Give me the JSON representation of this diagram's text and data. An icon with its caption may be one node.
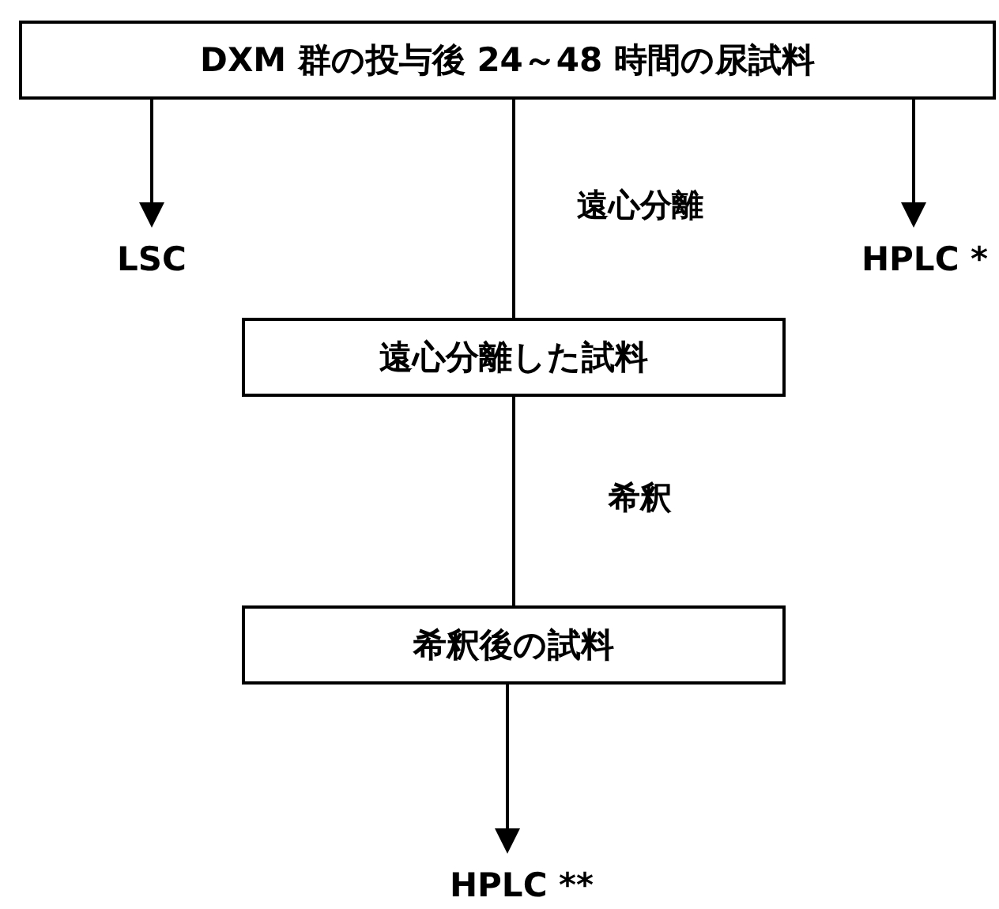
{
  "diagram": {
    "nodes": [
      {
        "text": [
          "DXM 群の投与後 24～48 時間の尿試料"
        ]
      },
      {
        "text": [
          "LSC"
        ]
      },
      {
        "text": [
          "HPLC *"
        ]
      },
      {
        "text": [
          "遠心分離した試料"
        ]
      },
      {
        "text": [
          "希釈後の試料"
        ]
      },
      {
        "text": [
          "HPLC **"
        ]
      }
    ],
    "edges": [
      {
        "from": 0,
        "to": 1,
        "arrow": "to"
      },
      {
        "from": 0,
        "to": 2,
        "arrow": "to"
      },
      {
        "from": 0,
        "to": 3,
        "arrow": "none",
        "label": "遠心分離"
      },
      {
        "from": 3,
        "to": 4,
        "arrow": "none",
        "label": "希釈"
      },
      {
        "from": 4,
        "to": 5,
        "arrow": "to"
      }
    ]
  }
}
